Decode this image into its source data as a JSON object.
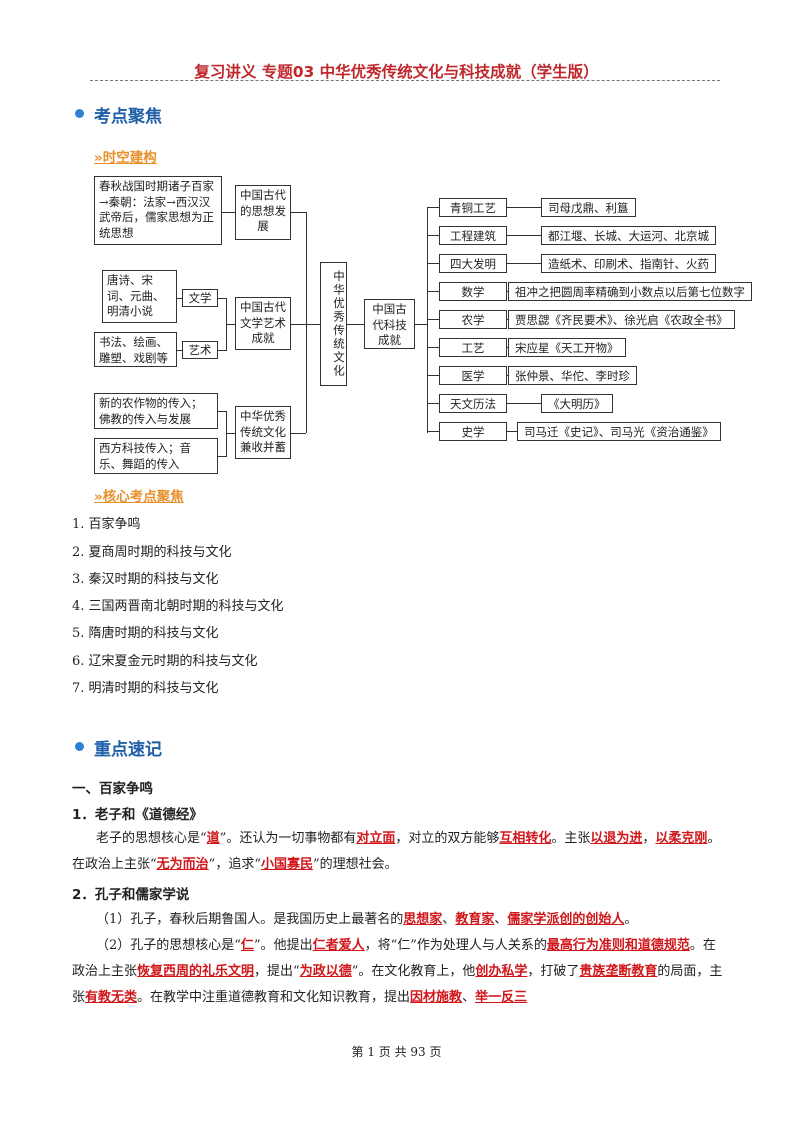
{
  "header": {
    "title": "复习讲义  专题03  中华优秀传统文化与科技成就（学生版）"
  },
  "section1": {
    "heading": "考点聚焦",
    "sub1": "时空建构",
    "sub2": "核心考点聚焦",
    "marker": "»"
  },
  "map": {
    "center": "中华优秀传统文化",
    "left_groups": [
      {
        "label": "中国古代的思想发展",
        "items": [
          "春秋战国时期诸子百家→秦朝：法家→西汉汉武帝后，儒家思想为正统思想"
        ]
      },
      {
        "label": "中国古代文学艺术成就",
        "items": [
          "唐诗、宋词、元曲、明清小说",
          "书法、绘画、雕塑、戏剧等"
        ],
        "tags": [
          "文学",
          "艺术"
        ]
      },
      {
        "label": "中华优秀传统文化兼收并蓄",
        "items": [
          "新的农作物的传入；佛教的传入与发展",
          "西方科技传入；音乐、舞蹈的传入"
        ]
      }
    ],
    "right_group": {
      "label": "中国古代科技成就",
      "rows": [
        {
          "cat": "青铜工艺",
          "val": "司母戊鼎、利簋"
        },
        {
          "cat": "工程建筑",
          "val": "都江堰、长城、大运河、北京城"
        },
        {
          "cat": "四大发明",
          "val": "造纸术、印刷术、指南针、火药"
        },
        {
          "cat": "数学",
          "val": "祖冲之把圆周率精确到小数点以后第七位数字"
        },
        {
          "cat": "农学",
          "val": "贾思勰《齐民要术》、徐光启《农政全书》"
        },
        {
          "cat": "工艺",
          "val": "宋应星《天工开物》"
        },
        {
          "cat": "医学",
          "val": "张仲景、华佗、李时珍"
        },
        {
          "cat": "天文历法",
          "val": "《大明历》"
        },
        {
          "cat": "史学",
          "val": "司马迁《史记》、司马光《资治通鉴》"
        }
      ]
    }
  },
  "key_points": [
    "1.  百家争鸣",
    "2.  夏商周时期的科技与文化",
    "3.  秦汉时期的科技与文化",
    "4.  三国两晋南北朝时期的科技与文化",
    "5.  隋唐时期的科技与文化",
    "6.  辽宋夏金元时期的科技与文化",
    "7.  明清时期的科技与文化"
  ],
  "section2": {
    "heading": "重点速记",
    "part1": "一、百家争鸣",
    "item1_title": "1．老子和《道德经》",
    "item2_title": "2．孔子和儒家学说"
  },
  "p1": [
    "老子的思想核心是“",
    "道",
    "”。还认为一切事物都有",
    "对立面",
    "，对立的双方能够",
    "互相转化",
    "。主张",
    "以退为进",
    "，",
    "以柔克刚",
    "。在政治上主张“",
    "无为而治",
    "”，追求“",
    "小国寡民",
    "”的理想社会。"
  ],
  "p2": [
    "（1）孔子，春秋后期鲁国人。是我国历史上最著名的",
    "思想家",
    "、",
    "教育家",
    "、",
    "儒家学派创的创始人",
    "。"
  ],
  "p3": [
    "（2）孔子的思想核心是“",
    "仁",
    "”。他提出",
    "仁者爱人",
    "，将“仁”作为处理人与人关系的",
    "最高行为准则和道德规范",
    "。在政治上主张",
    "恢复西周的礼乐文明",
    "，提出“",
    "为政以德",
    "”。在文化教育上，他",
    "创办私学",
    "，打破了",
    "贵族垄断教育",
    "的局面，主张",
    "有教无类",
    "。在教学中注重道德教育和文化知识教育，提出",
    "因材施教",
    "、",
    "举一反三"
  ],
  "footer": "第  1  页  共  93  页"
}
